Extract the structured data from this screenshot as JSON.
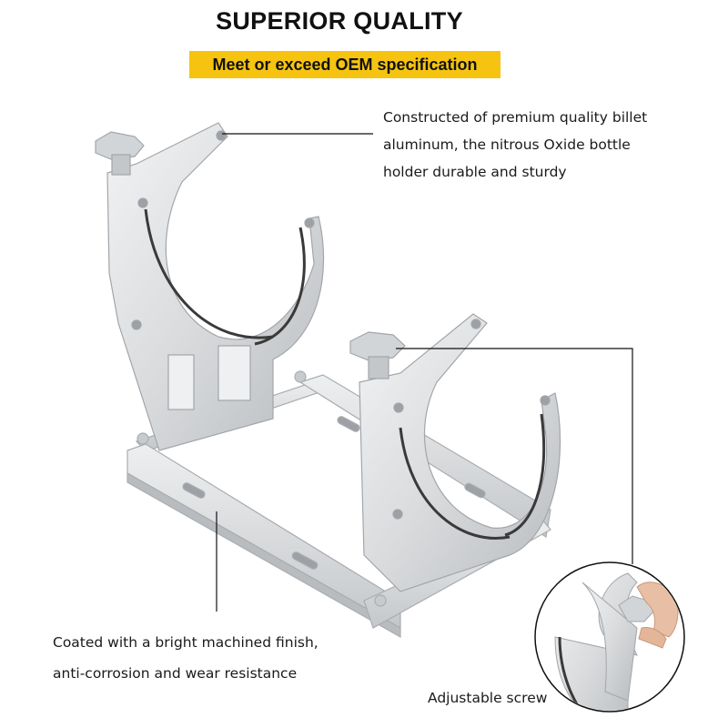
{
  "heading": {
    "title": "SUPERIOR QUALITY",
    "banner": "Meet or exceed OEM specification",
    "banner_color": "#f6c410"
  },
  "features": {
    "material": [
      "Constructed of premium quality billet",
      "aluminum, the nitrous Oxide bottle",
      "holder durable and sturdy"
    ],
    "finish": [
      "Coated with a bright machined finish,",
      "anti-corrosion and wear resistance"
    ]
  },
  "detail_callout": {
    "label": "Adjustable screw"
  },
  "colors": {
    "metal": "#d9dbdd",
    "metal_shadow": "#b8bbbe",
    "leader_line": "#111111"
  }
}
